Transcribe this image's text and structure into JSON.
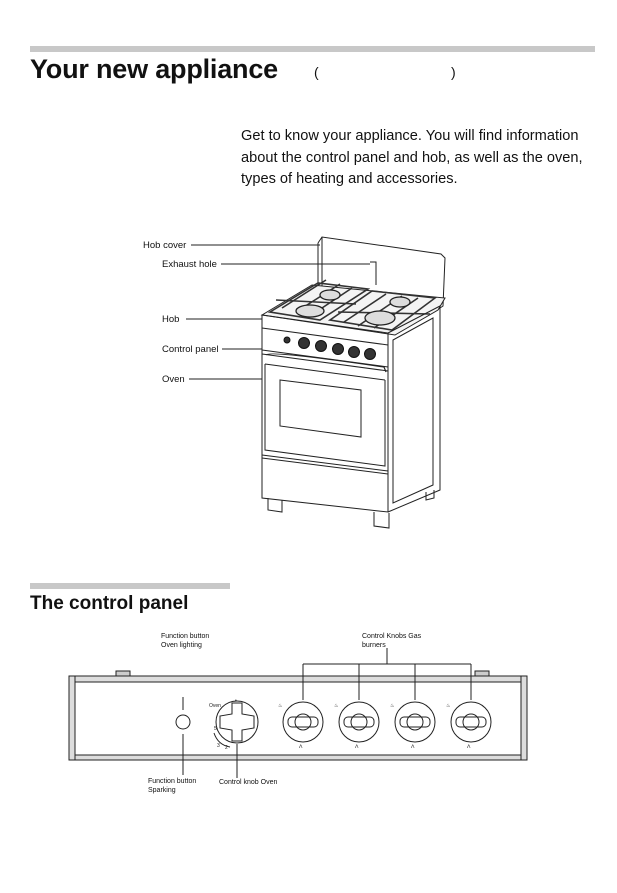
{
  "page": {
    "title": "Your new appliance",
    "title_paren_open": "(",
    "title_paren_close": ")",
    "intro": "Get to know your appliance. You will find information about the control panel and hob, as well as the oven, types of heating and accessories.",
    "section_title": "The control panel"
  },
  "stove_labels": {
    "hob_cover": "Hob cover",
    "exhaust_hole": "Exhaust hole",
    "hob": "Hob",
    "control_panel": "Control panel",
    "oven": "Oven"
  },
  "panel_labels": {
    "function_button_oven_lighting": "Function button\nOven lighting",
    "control_knobs_gas_burners": "Control Knobs Gas\nburners",
    "function_button_sparking": "Function button\nSparking",
    "control_knob_oven": "Control knob Oven",
    "oven_knob_word": "Oven"
  }
}
